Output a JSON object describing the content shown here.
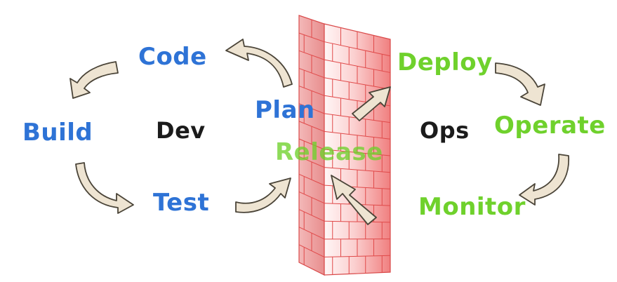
{
  "diagram": {
    "dev": {
      "title": "Dev",
      "stages": {
        "code": "Code",
        "plan": "Plan",
        "build": "Build",
        "test": "Test"
      }
    },
    "ops": {
      "title": "Ops",
      "stages": {
        "deploy": "Deploy",
        "operate": "Operate",
        "monitor": "Monitor"
      }
    },
    "release": "Release",
    "colors": {
      "dev_stage": "#2e73d6",
      "ops_stage": "#6fd12c",
      "center_label": "#1b1b1b",
      "wall_light": "#fde3e3",
      "wall_dark": "#f28a8a",
      "mortar": "#e04a4a",
      "arrow_fill": "#eee4d2",
      "arrow_stroke": "#4a4438"
    },
    "icons": [
      "curved-arrow-icon",
      "straight-arrow-icon",
      "brick-wall"
    ]
  }
}
